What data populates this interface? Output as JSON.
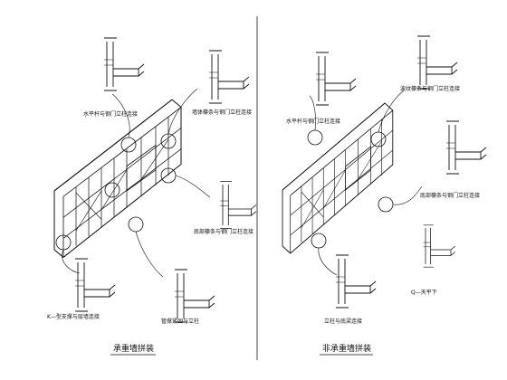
{
  "left_panel": {
    "caption": "承重墙拼装",
    "callouts": {
      "top_left": "水平杆与钢门立柱连接",
      "top_right": "墙体檩条与钢门立柱连接",
      "mid_right": "底部檩条与钢门立柱连接",
      "bottom_left": "K—型支撑与层墙连接",
      "bottom_right": "管撑紧固与立柱"
    }
  },
  "right_panel": {
    "caption": "非承重墙拼装",
    "callouts": {
      "top_left": "水平杆与钢门立柱连接",
      "top_right": "波纹檩条与钢门立柱连接",
      "mid_right": "底部檩条与钢门立柱连接",
      "bottom_left": "立柱与底梁连接",
      "bottom_right": "Q—天平下"
    }
  },
  "colors": {
    "ink": "#111111",
    "paper": "#ffffff"
  }
}
